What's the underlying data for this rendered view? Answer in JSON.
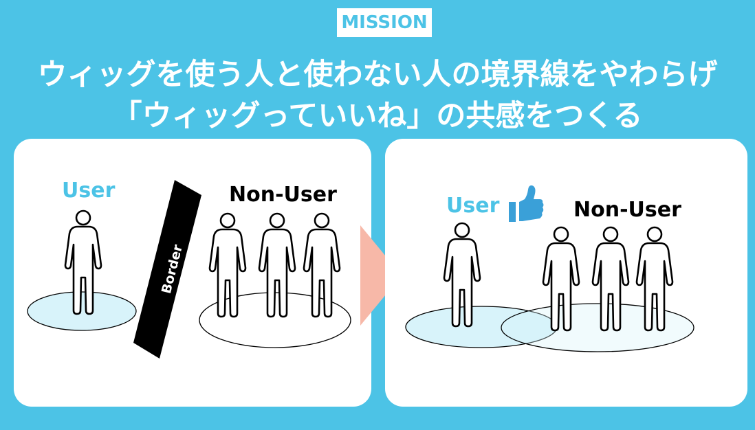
{
  "mission": {
    "badge": "MISSION"
  },
  "headline": {
    "line1": "ウィッグを使う人と使わない人の境界線をやわらげ",
    "line2": "「ウィッグっていいね」の共感をつくる"
  },
  "before": {
    "user_label": "User",
    "non_user_label": "Non-User",
    "border_label": "Border"
  },
  "after": {
    "user_label": "User",
    "non_user_label": "Non-User"
  },
  "colors": {
    "background": "#4cc3e6",
    "accent": "#4cc3e6",
    "circle_fill": "#d8f3fa",
    "arrow": "#f7b8a8",
    "border_bar": "#000000",
    "thumb": "#3aa0d8"
  },
  "icons": {
    "person": "person-icon",
    "thumbs_up": "thumbs-up-icon",
    "arrow": "arrow-right-icon"
  }
}
